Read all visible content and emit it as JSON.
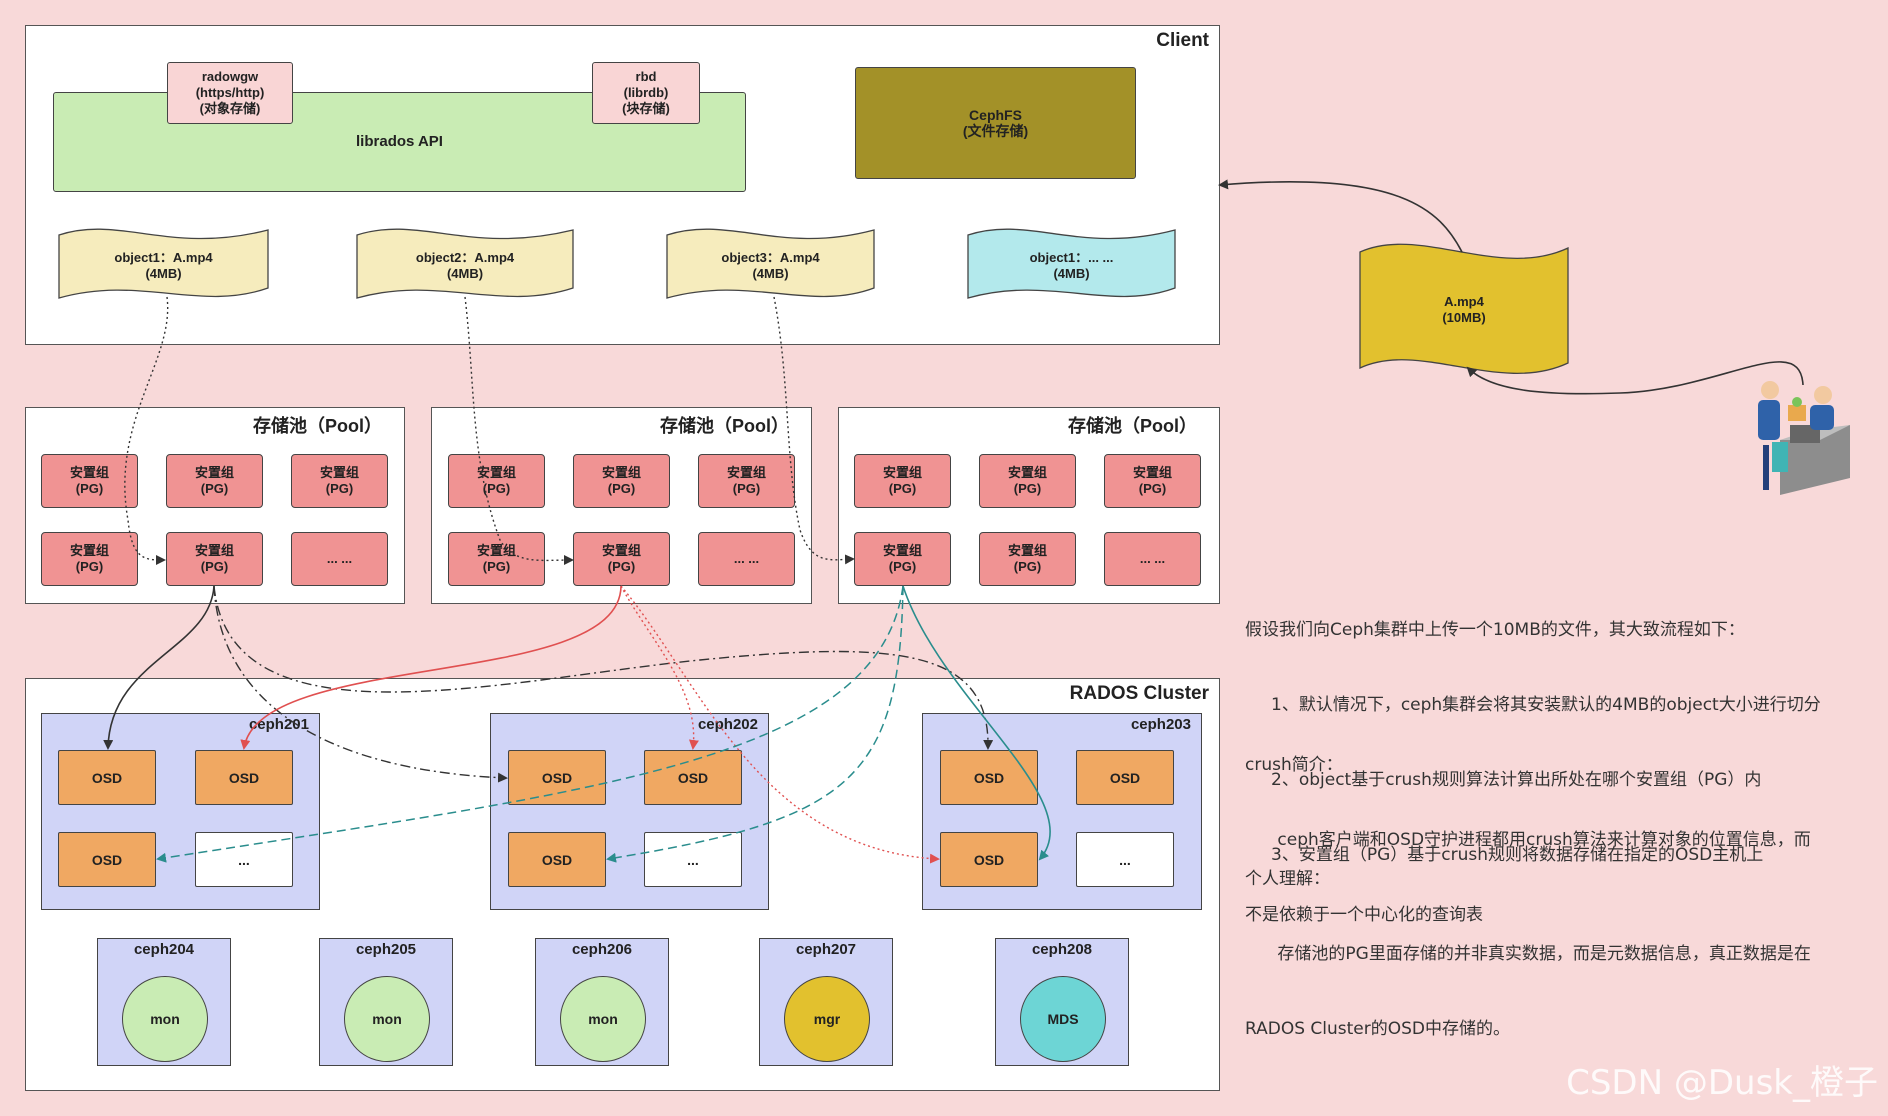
{
  "client": {
    "title": "Client",
    "librados": "librados API",
    "radosgw": "radowgw\n(https/http)\n(对象存储)",
    "rbd": "rbd\n(librdb)\n(块存储)",
    "cephfs": "CephFS\n(文件存储)",
    "objects": [
      "object1：A.mp4\n(4MB)",
      "object2：A.mp4\n(4MB)",
      "object3：A.mp4\n(4MB)",
      "object1：... ...\n(4MB)"
    ]
  },
  "file": {
    "label": "A.mp4\n(10MB)"
  },
  "pools": [
    {
      "title": "存储池（Pool）"
    },
    {
      "title": "存储池（Pool）"
    },
    {
      "title": "存储池（Pool）"
    }
  ],
  "pg_label": "安置组\n(PG)",
  "pg_more": "... ...",
  "cluster": {
    "title": "RADOS Cluster",
    "hosts": [
      "ceph201",
      "ceph202",
      "ceph203"
    ],
    "osd_label": "OSD",
    "osd_more": "...",
    "services": [
      {
        "host": "ceph204",
        "role": "mon",
        "color": "#c9ecb4"
      },
      {
        "host": "ceph205",
        "role": "mon",
        "color": "#c9ecb4"
      },
      {
        "host": "ceph206",
        "role": "mon",
        "color": "#c9ecb4"
      },
      {
        "host": "ceph207",
        "role": "mgr",
        "color": "#e2c12e"
      },
      {
        "host": "ceph208",
        "role": "MDS",
        "color": "#6dd5d5"
      }
    ]
  },
  "notes": {
    "flow_title": "假设我们向Ceph集群中上传一个10MB的文件，其大致流程如下：",
    "flow_steps": [
      "1、默认情况下，ceph集群会将其安装默认的4MB的object大小进行切分",
      "2、object基于crush规则算法计算出所处在哪个安置组（PG）内",
      "3、安置组（PG）基于crush规则将数据存储在指定的OSD主机上"
    ],
    "crush_title": "crush简介：",
    "crush_line1": "      ceph客户端和OSD守护进程都用crush算法来计算对象的位置信息，而",
    "crush_line2": "不是依赖于一个中心化的查询表",
    "personal_title": "个人理解：",
    "personal_line1": "      存储池的PG里面存储的并非真实数据，而是元数据信息，真正数据是在",
    "personal_line2": "RADOS Cluster的OSD中存储的。"
  },
  "watermark": "CSDN @Dusk_橙子",
  "colors": {
    "background": "#f8d9d9",
    "librados": "#c9ecb4",
    "api_box": "#f9d5d5",
    "cephfs": "#a39128",
    "object": "#f6ecbd",
    "object_alt": "#b3e9ec",
    "file": "#e2c12e",
    "pg": "#f09393",
    "osd": "#f0a862",
    "host": "#d0d4f7"
  }
}
